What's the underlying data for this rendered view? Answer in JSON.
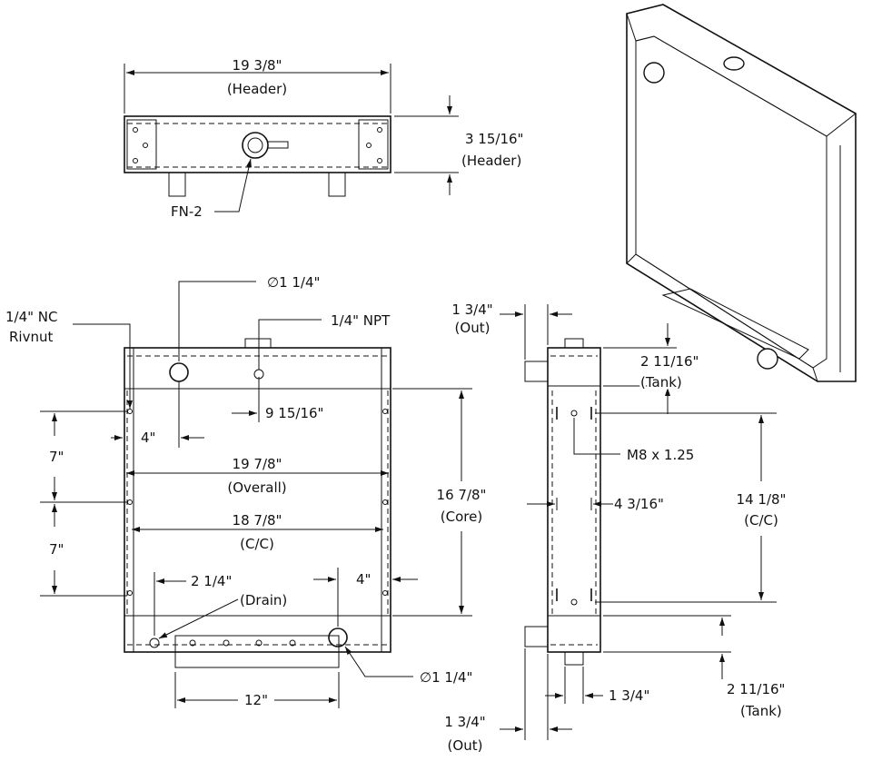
{
  "top_view": {
    "width_value": "19 3/8\"",
    "width_note": "(Header)",
    "height_value": "3 15/16\"",
    "height_note": "(Header)",
    "filler_neck": "FN-2"
  },
  "front_view": {
    "inlet_dia": "∅1 1/4\"",
    "rivnut_line1": "1/4\" NC",
    "rivnut_line2": "Rivnut",
    "npt": "1/4\" NPT",
    "npt_offset": "9 15/16\"",
    "inlet_offset": "4\"",
    "mount_spacing_top": "7\"",
    "mount_spacing_bottom": "7\"",
    "overall_value": "19 7/8\"",
    "overall_note": "(Overall)",
    "cc_value": "18 7/8\"",
    "cc_note": "(C/C)",
    "core_value": "16 7/8\"",
    "core_note": "(Core)",
    "drain_value": "2 1/4\"",
    "drain_note": "(Drain)",
    "outlet_offset": "4\"",
    "outlet_dia": "∅1 1/4\"",
    "bracket_width": "12\""
  },
  "side_view": {
    "out_top_value": "1 3/4\"",
    "out_top_note": "(Out)",
    "tank_top_value": "2 11/16\"",
    "tank_top_note": "(Tank)",
    "thread": "M8 x 1.25",
    "depth": "4 3/16\"",
    "cc_value": "14 1/8\"",
    "cc_note": "(C/C)",
    "tank_bottom_value": "2 11/16\"",
    "tank_bottom_note": "(Tank)",
    "bottom_offset": "1 3/4\"",
    "out_bottom_value": "1 3/4\"",
    "out_bottom_note": "(Out)"
  }
}
